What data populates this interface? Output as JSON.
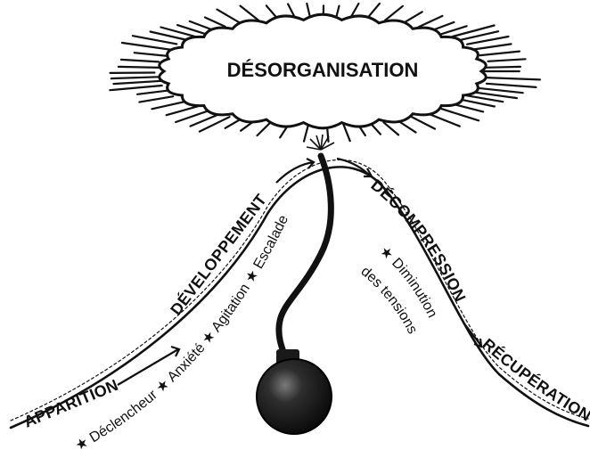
{
  "title": "DÉSORGANISATION",
  "phases": {
    "apparition": "APPARITION",
    "developpement": "DÉVELOPPEMENT",
    "decompression": "DÉCOMPRESSION",
    "recuperation": "RÉCUPÉRATION"
  },
  "rising_notes": [
    "Déclencheur",
    "Anxiété",
    "Agitation",
    "Escalade"
  ],
  "falling_notes": [
    "Diminution",
    "des tensions"
  ],
  "bullet_glyph": "★",
  "colors": {
    "ink": "#111111",
    "bomb": "#222222"
  }
}
